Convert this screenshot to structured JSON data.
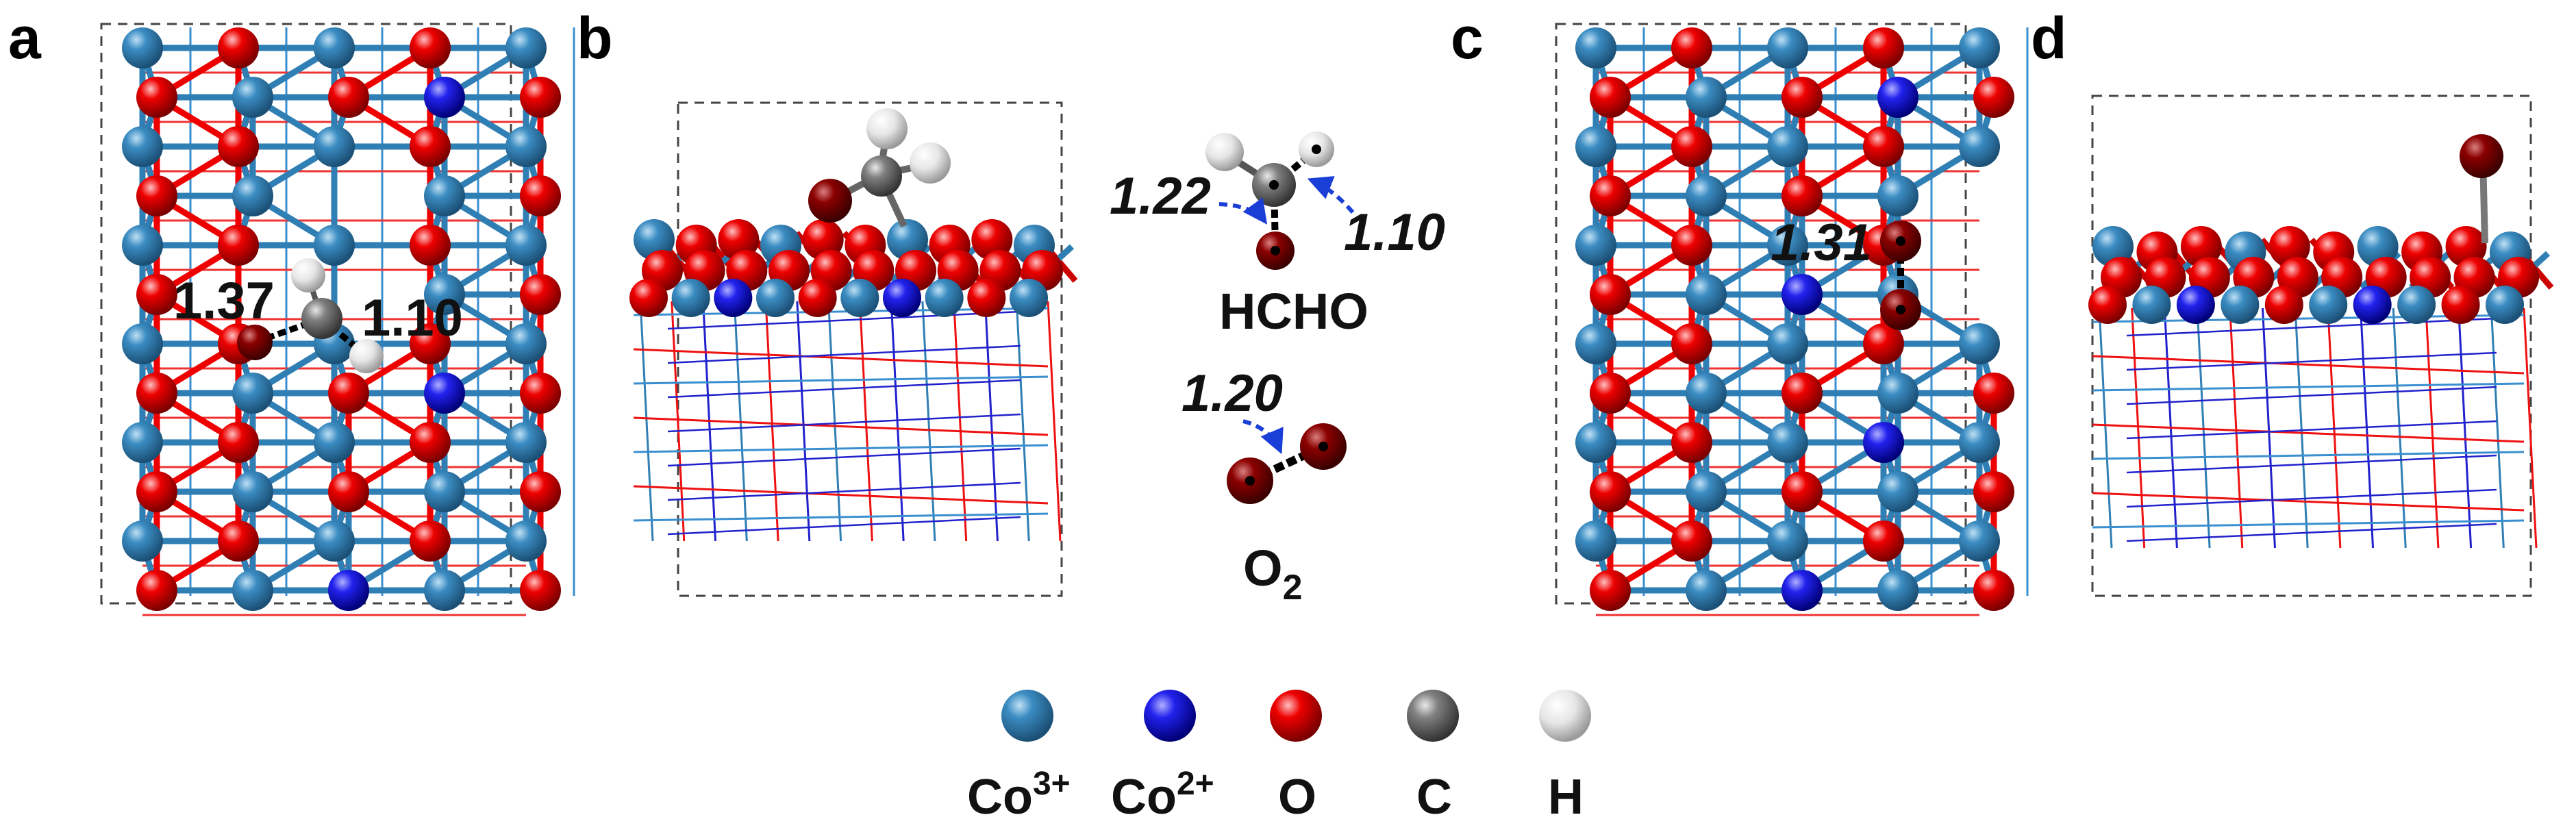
{
  "panels": [
    {
      "letter": "a",
      "bond_labels": [
        "1.37",
        "1.10"
      ]
    },
    {
      "letter": "b"
    },
    {
      "letter": "c",
      "bond_labels": [
        "1.31"
      ]
    },
    {
      "letter": "d"
    }
  ],
  "references": {
    "hcho": {
      "name": "HCHO",
      "bonds": [
        "1.22",
        "1.10"
      ]
    },
    "o2": {
      "name_main": "O",
      "name_sub": "2",
      "bonds": [
        "1.20"
      ]
    }
  },
  "legend": [
    {
      "label": "Co",
      "sup": "3+",
      "color": "#2f7fb5",
      "icon": "co3-sphere-icon"
    },
    {
      "label": "Co",
      "sup": "2+",
      "color": "#1a1ae6",
      "icon": "co2-sphere-icon"
    },
    {
      "label": "O",
      "sup": "",
      "color": "#e60000",
      "icon": "o-sphere-icon"
    },
    {
      "label": "C",
      "sup": "",
      "color": "#7a7a7a",
      "icon": "c-sphere-icon"
    },
    {
      "label": "H",
      "sup": "",
      "color": "#e8e8e8",
      "icon": "h-sphere-icon"
    }
  ],
  "atom_colors": {
    "co3": "#2f7fb5",
    "co2": "#1a1ae6",
    "o": "#e60000",
    "o_ads": "#8b0000",
    "c": "#7a7a7a",
    "h": "#e8e8e8"
  }
}
